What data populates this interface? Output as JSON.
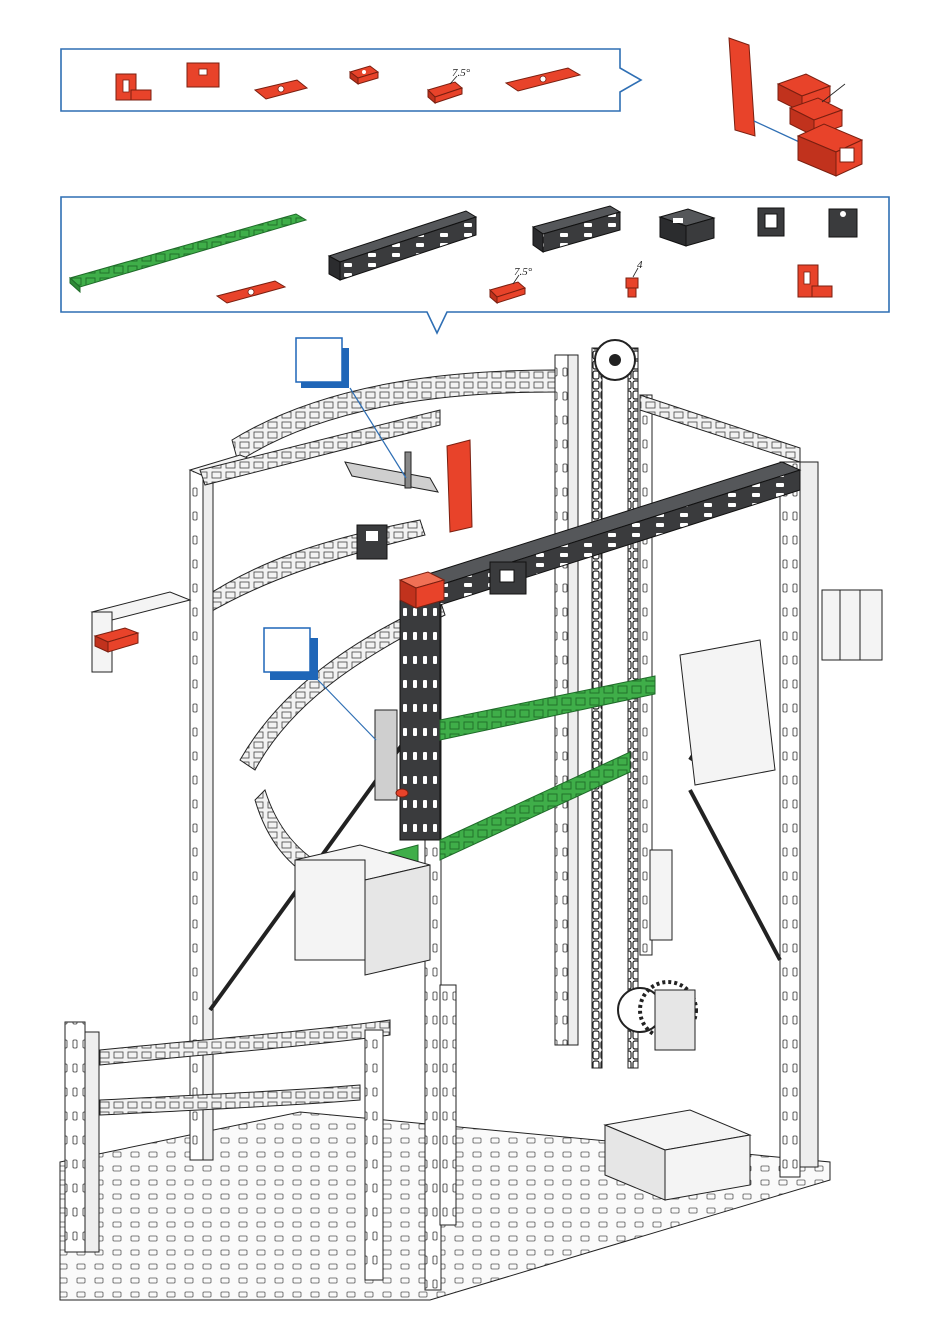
{
  "parts_box_1": {
    "angle_label": "7.5°"
  },
  "parts_box_2": {
    "angle_label": "7.5°",
    "count_label": "4"
  },
  "colors": {
    "red": "#e8432a",
    "dark": "#3a3b3d",
    "green": "#3fae49",
    "frame_blue": "#2f6fb4",
    "marker_blue": "#1f66b8",
    "light_gray": "#cfcfcf"
  },
  "icons": [
    "angle-block-icon",
    "building-block-icon",
    "flat-plate-icon",
    "small-block-icon",
    "angled-block-icon",
    "long-plate-icon",
    "flat-rail-icon",
    "beam-icon",
    "connector-icon",
    "motor-block-icon"
  ]
}
